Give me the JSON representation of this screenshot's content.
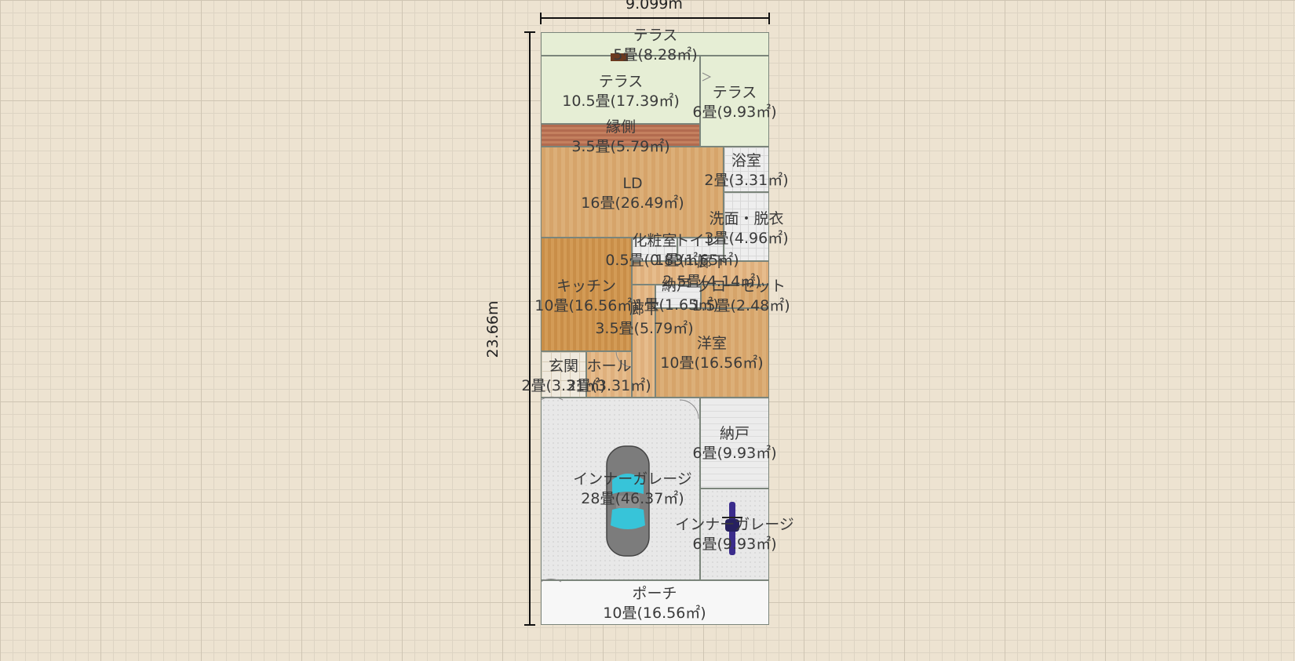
{
  "dimensions": {
    "width_label": "9.099m",
    "height_label": "23.66m"
  },
  "rooms": [
    {
      "name": "テラス",
      "area": "5畳(8.28㎡)"
    },
    {
      "name": "テラス",
      "area": "10.5畳(17.39㎡)"
    },
    {
      "name": "テラス",
      "area": "6畳(9.93㎡)"
    },
    {
      "name": "縁側",
      "area": "3.5畳(5.79㎡)"
    },
    {
      "name": "浴室",
      "area": "2畳(3.31㎡)"
    },
    {
      "name": "LD",
      "area": "16畳(26.49㎡)"
    },
    {
      "name": "洗面・脱衣",
      "area": "3畳(4.96㎡)"
    },
    {
      "name": "化粧室",
      "area": "0.5畳(0.83㎡)"
    },
    {
      "name": "トイレ",
      "area": "1畳(1.65㎡)"
    },
    {
      "name": "廊下",
      "area": "2.5畳(4.14㎡)"
    },
    {
      "name": "キッチン",
      "area": "10畳(16.56㎡)"
    },
    {
      "name": "納戸",
      "area": "1畳(1.65㎡)"
    },
    {
      "name": "クローゼット",
      "area": "1.5畳(2.48㎡)"
    },
    {
      "name": "廊下",
      "area": "3.5畳(5.79㎡)"
    },
    {
      "name": "洋室",
      "area": "10畳(16.56㎡)"
    },
    {
      "name": "玄関",
      "area": "2畳(3.31㎡)"
    },
    {
      "name": "ホール",
      "area": "2畳(3.31㎡)"
    },
    {
      "name": "納戸",
      "area": "6畳(9.93㎡)"
    },
    {
      "name": "インナーガレージ",
      "area": "28畳(46.37㎡)"
    },
    {
      "name": "インナーガレージ",
      "area": "6畳(9.93㎡)"
    },
    {
      "name": "ポーチ",
      "area": "10畳(16.56㎡)"
    }
  ],
  "icons": [
    "car-icon",
    "motorcycle-icon",
    "door-swing-icon"
  ],
  "colors": {
    "background": "#ede3d1",
    "wall": "#7b857b",
    "terrace": "#e6eed5"
  }
}
